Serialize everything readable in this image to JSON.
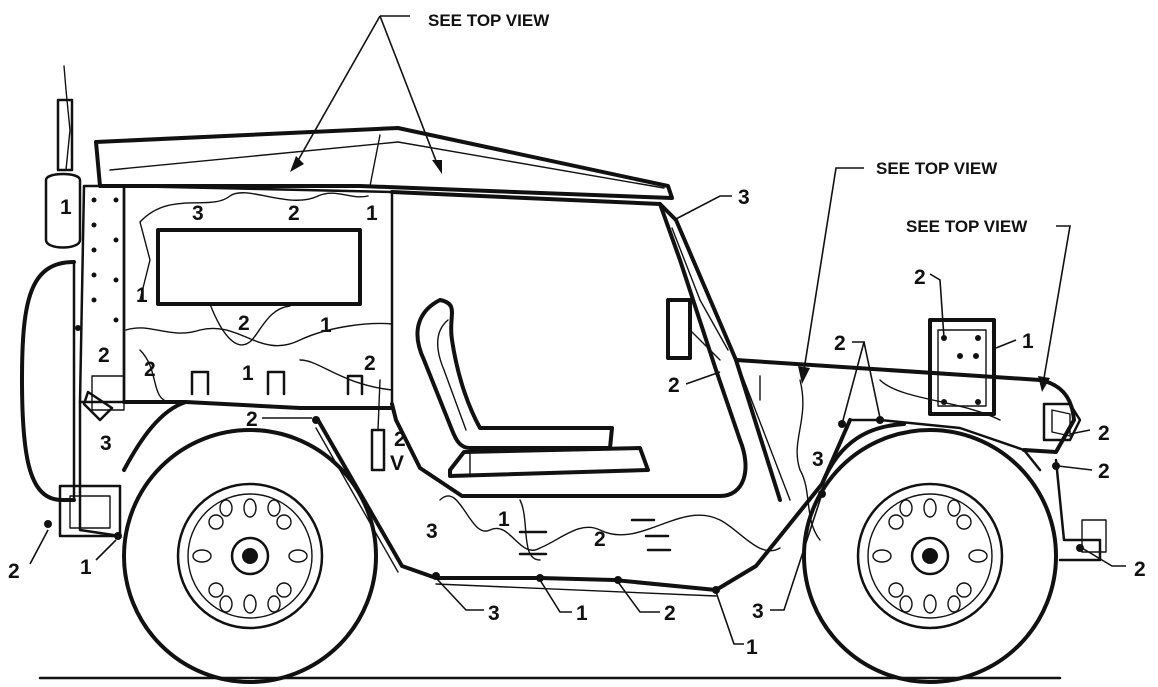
{
  "callouts": {
    "see_top_view_top": "SEE TOP VIEW",
    "see_top_view_mid": "SEE TOP VIEW",
    "see_top_view_right": "SEE TOP VIEW"
  },
  "zone_labels": [
    {
      "id": "rear-upper-1",
      "text": "1"
    },
    {
      "id": "top-3",
      "text": "3"
    },
    {
      "id": "top-2",
      "text": "2"
    },
    {
      "id": "top-1",
      "text": "1"
    },
    {
      "id": "side-1",
      "text": "1"
    },
    {
      "id": "window-2",
      "text": "2"
    },
    {
      "id": "window-1",
      "text": "1"
    },
    {
      "id": "mid-1",
      "text": "1"
    },
    {
      "id": "rear-2a",
      "text": "2"
    },
    {
      "id": "rear-2b",
      "text": "2"
    },
    {
      "id": "bracket-2",
      "text": "2"
    },
    {
      "id": "arch-2",
      "text": "2"
    },
    {
      "id": "antenna-2",
      "text": "2"
    },
    {
      "id": "rear-lower-3",
      "text": "3"
    },
    {
      "id": "bumper-2",
      "text": "2"
    },
    {
      "id": "bumper-1",
      "text": "1"
    },
    {
      "id": "rocker-3",
      "text": "3"
    },
    {
      "id": "rocker-1",
      "text": "1"
    },
    {
      "id": "rocker-2",
      "text": "2"
    },
    {
      "id": "bottom-3",
      "text": "3"
    },
    {
      "id": "bottom-1",
      "text": "1"
    },
    {
      "id": "bottom-2",
      "text": "2"
    },
    {
      "id": "bottom-1b",
      "text": "1"
    },
    {
      "id": "front-bottom-3",
      "text": "3"
    },
    {
      "id": "windshield-3",
      "text": "3"
    },
    {
      "id": "mirror-2",
      "text": "2"
    },
    {
      "id": "cowl-2",
      "text": "2"
    },
    {
      "id": "fender-3",
      "text": "3"
    },
    {
      "id": "hood-2",
      "text": "2"
    },
    {
      "id": "hood-1",
      "text": "1"
    },
    {
      "id": "grille-2",
      "text": "2"
    },
    {
      "id": "front-2",
      "text": "2"
    },
    {
      "id": "front-bumper-2",
      "text": "2"
    }
  ],
  "small_marks": {
    "antenna_v": "V"
  }
}
